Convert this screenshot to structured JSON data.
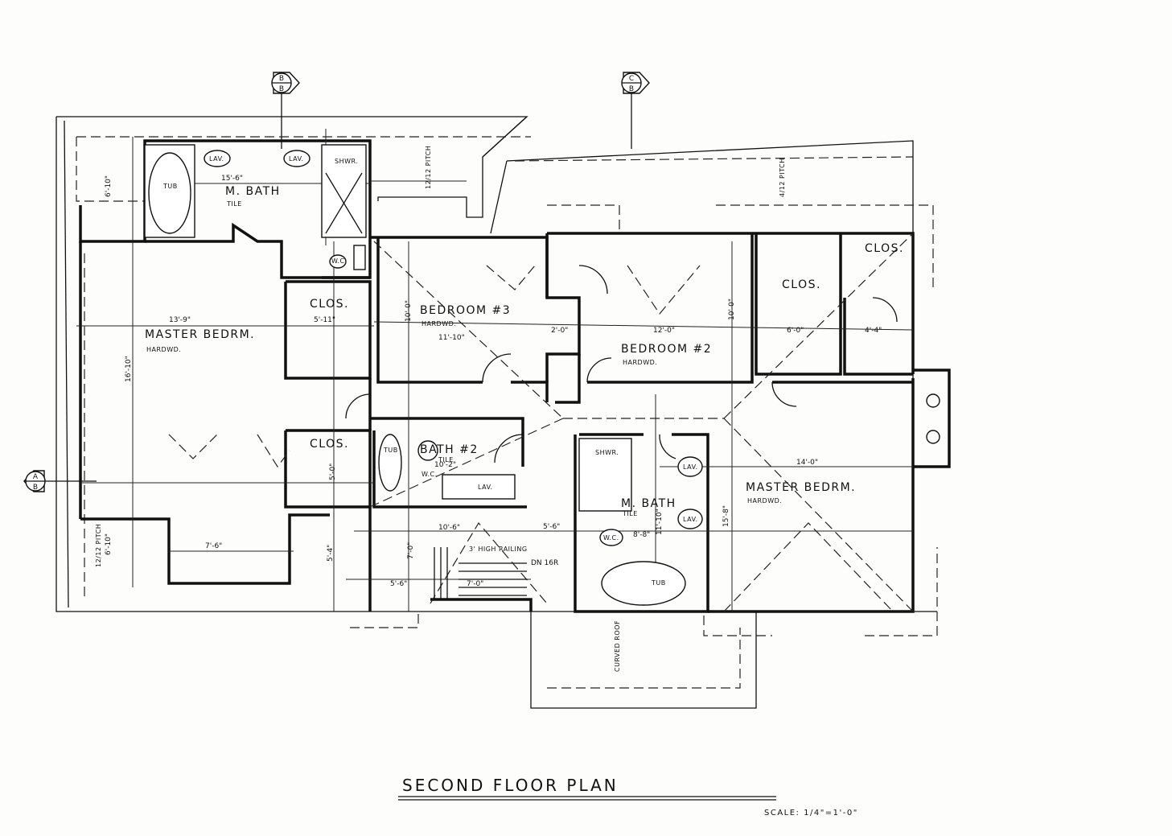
{
  "title": "SECOND FLOOR PLAN",
  "scale": "SCALE: 1/4\"=1'-0\"",
  "rooms": [
    {
      "name": "MASTER BEDRM.",
      "finish": "HARDWD."
    },
    {
      "name": "M. BATH",
      "finish": "TILE"
    },
    {
      "name": "CLOS."
    },
    {
      "name": "CLOS."
    },
    {
      "name": "BEDROOM #3",
      "finish": "HARDWD."
    },
    {
      "name": "BEDROOM #2",
      "finish": "HARDWD."
    },
    {
      "name": "CLOS."
    },
    {
      "name": "CLOS."
    },
    {
      "name": "BATH #2",
      "finish": "TILE"
    },
    {
      "name": "M. BATH",
      "finish": "TILE"
    },
    {
      "name": "MASTER BEDRM.",
      "finish": "HARDWD."
    }
  ],
  "fixtures": [
    "TUB",
    "LAV.",
    "LAV.",
    "SHWR.",
    "W.C.",
    "TUB",
    "W.C.",
    "LAV.",
    "SHWR.",
    "LAV.",
    "LAV.",
    "W.C.",
    "TUB"
  ],
  "notes": {
    "pitch_a": "12/12 PITCH",
    "pitch_b": "4/12 PITCH",
    "pitch_c": "12/12 PITCH",
    "railing": "3' HIGH RAILING",
    "stair": "DN 16R",
    "roof": "CURVED ROOF"
  },
  "section_markers": [
    {
      "top": "B",
      "bottom": "B"
    },
    {
      "top": "C",
      "bottom": "B"
    },
    {
      "top": "A",
      "bottom": "B"
    }
  ],
  "dimensions": [
    "15'-6\"",
    "6'-10\"",
    "13'-9\"",
    "16'-10\"",
    "5'-11\"",
    "11'-10\"",
    "10'-0\"",
    "2'-0\"",
    "12'-0\"",
    "10'-0\"",
    "6'-0\"",
    "4'-4\"",
    "7'-6\"",
    "6'-10\"",
    "5'-0\"",
    "10'-2\"",
    "14'-0\"",
    "15'-8\"",
    "11'-10\"",
    "8'-8\"",
    "5'-6\"",
    "7'-0\"",
    "7'-0\"",
    "5'-6\"",
    "10'-6\"",
    "5'-4\""
  ]
}
